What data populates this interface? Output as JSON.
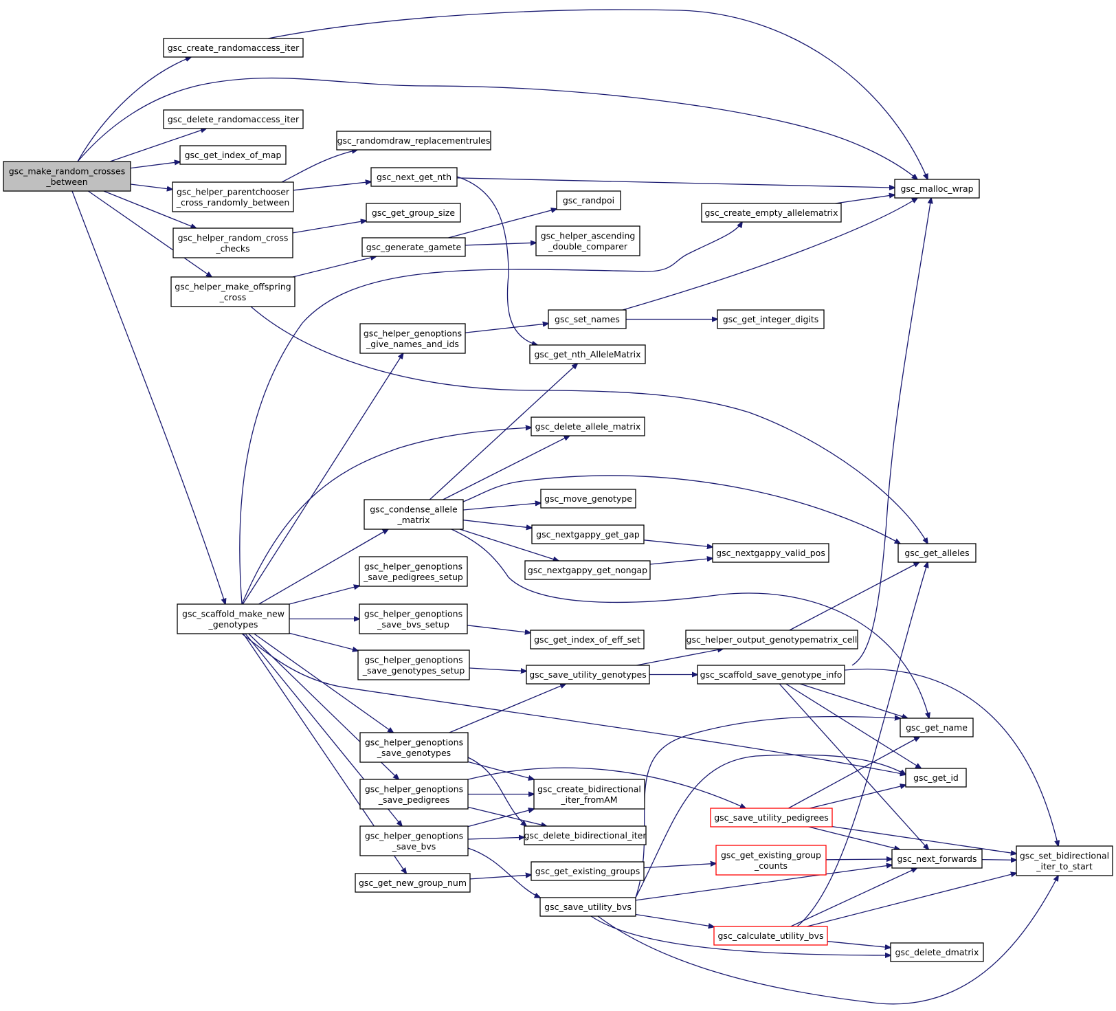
{
  "diagram": {
    "title": "",
    "colors": {
      "edge": "#191970",
      "root_fill": "#bfbfbf",
      "node_border": "#000000",
      "truncated_border": "#ff0000"
    },
    "nodes": [
      {
        "id": "root",
        "lines": [
          "gsc_make_random_crosses",
          "_between"
        ],
        "style": "root"
      },
      {
        "id": "create_ra_iter",
        "lines": [
          "gsc_create_randomaccess_iter"
        ]
      },
      {
        "id": "delete_ra_iter",
        "lines": [
          "gsc_delete_randomaccess_iter"
        ]
      },
      {
        "id": "get_index_of_map",
        "lines": [
          "gsc_get_index_of_map"
        ]
      },
      {
        "id": "parentchooser",
        "lines": [
          "gsc_helper_parentchooser",
          "_cross_randomly_between"
        ]
      },
      {
        "id": "random_cross_checks",
        "lines": [
          "gsc_helper_random_cross",
          "_checks"
        ]
      },
      {
        "id": "make_offspring",
        "lines": [
          "gsc_helper_make_offspring",
          "_cross"
        ]
      },
      {
        "id": "scaffold",
        "lines": [
          "gsc_scaffold_make_new",
          "_genotypes"
        ]
      },
      {
        "id": "randomdraw",
        "lines": [
          "gsc_randomdraw_replacementrules"
        ]
      },
      {
        "id": "next_get_nth",
        "lines": [
          "gsc_next_get_nth"
        ]
      },
      {
        "id": "get_group_size",
        "lines": [
          "gsc_get_group_size"
        ]
      },
      {
        "id": "generate_gamete",
        "lines": [
          "gsc_generate_gamete"
        ]
      },
      {
        "id": "randpoi",
        "lines": [
          "gsc_randpoi"
        ]
      },
      {
        "id": "ascending",
        "lines": [
          "gsc_helper_ascending",
          "_double_comparer"
        ]
      },
      {
        "id": "create_empty_am",
        "lines": [
          "gsc_create_empty_allelematrix"
        ]
      },
      {
        "id": "malloc",
        "lines": [
          "gsc_malloc_wrap"
        ]
      },
      {
        "id": "give_names",
        "lines": [
          "gsc_helper_genoptions",
          "_give_names_and_ids"
        ]
      },
      {
        "id": "set_names",
        "lines": [
          "gsc_set_names"
        ]
      },
      {
        "id": "get_integer_digits",
        "lines": [
          "gsc_get_integer_digits"
        ]
      },
      {
        "id": "get_nth_am",
        "lines": [
          "gsc_get_nth_AlleleMatrix"
        ]
      },
      {
        "id": "delete_am",
        "lines": [
          "gsc_delete_allele_matrix"
        ]
      },
      {
        "id": "condense",
        "lines": [
          "gsc_condense_allele",
          "_matrix"
        ]
      },
      {
        "id": "move_genotype",
        "lines": [
          "gsc_move_genotype"
        ]
      },
      {
        "id": "nextgappy_gap",
        "lines": [
          "gsc_nextgappy_get_gap"
        ]
      },
      {
        "id": "nextgappy_nongap",
        "lines": [
          "gsc_nextgappy_get_nongap"
        ]
      },
      {
        "id": "nextgappy_valid",
        "lines": [
          "gsc_nextgappy_valid_pos"
        ]
      },
      {
        "id": "get_alleles",
        "lines": [
          "gsc_get_alleles"
        ]
      },
      {
        "id": "save_ped_setup",
        "lines": [
          "gsc_helper_genoptions",
          "_save_pedigrees_setup"
        ]
      },
      {
        "id": "save_bvs_setup",
        "lines": [
          "gsc_helper_genoptions",
          "_save_bvs_setup"
        ]
      },
      {
        "id": "save_geno_setup",
        "lines": [
          "gsc_helper_genoptions",
          "_save_genotypes_setup"
        ]
      },
      {
        "id": "get_index_eff",
        "lines": [
          "gsc_get_index_of_eff_set"
        ]
      },
      {
        "id": "output_cell",
        "lines": [
          "gsc_helper_output_genotypematrix_cell"
        ]
      },
      {
        "id": "save_util_geno",
        "lines": [
          "gsc_save_utility_genotypes"
        ]
      },
      {
        "id": "scaffold_save_info",
        "lines": [
          "gsc_scaffold_save_genotype_info"
        ]
      },
      {
        "id": "save_genotypes",
        "lines": [
          "gsc_helper_genoptions",
          "_save_genotypes"
        ]
      },
      {
        "id": "get_name",
        "lines": [
          "gsc_get_name"
        ]
      },
      {
        "id": "get_id",
        "lines": [
          "gsc_get_id"
        ]
      },
      {
        "id": "save_pedigrees",
        "lines": [
          "gsc_helper_genoptions",
          "_save_pedigrees"
        ]
      },
      {
        "id": "create_bidir",
        "lines": [
          "gsc_create_bidirectional",
          "_iter_fromAM"
        ]
      },
      {
        "id": "save_util_ped",
        "lines": [
          "gsc_save_utility_pedigrees"
        ],
        "style": "trunc"
      },
      {
        "id": "save_bvs",
        "lines": [
          "gsc_helper_genoptions",
          "_save_bvs"
        ]
      },
      {
        "id": "delete_bidir",
        "lines": [
          "gsc_delete_bidirectional_iter"
        ]
      },
      {
        "id": "next_forwards",
        "lines": [
          "gsc_next_forwards"
        ]
      },
      {
        "id": "set_bidir_start",
        "lines": [
          "gsc_set_bidirectional",
          "_iter_to_start"
        ]
      },
      {
        "id": "get_new_group_num",
        "lines": [
          "gsc_get_new_group_num"
        ]
      },
      {
        "id": "get_existing_groups",
        "lines": [
          "gsc_get_existing_groups"
        ]
      },
      {
        "id": "existing_group_counts",
        "lines": [
          "gsc_get_existing_group",
          "_counts"
        ],
        "style": "trunc"
      },
      {
        "id": "save_util_bvs",
        "lines": [
          "gsc_save_utility_bvs"
        ]
      },
      {
        "id": "calc_util_bvs",
        "lines": [
          "gsc_calculate_utility_bvs"
        ],
        "style": "trunc"
      },
      {
        "id": "delete_dmatrix",
        "lines": [
          "gsc_delete_dmatrix"
        ]
      }
    ]
  }
}
